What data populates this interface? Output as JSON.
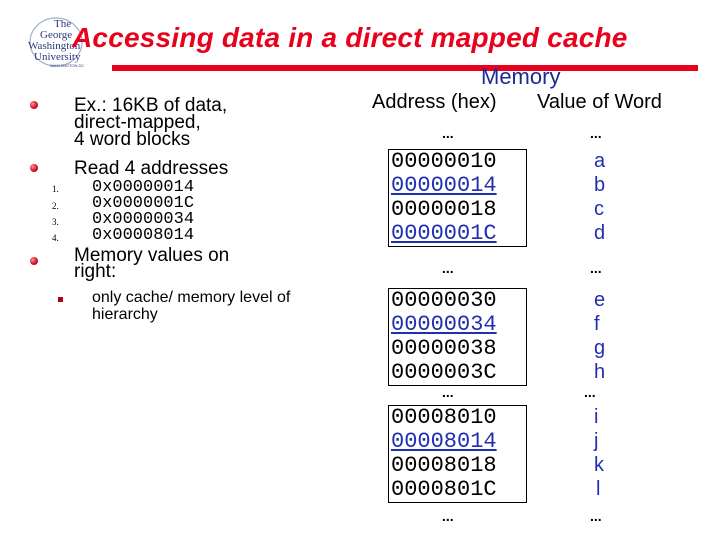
{
  "header": {
    "title": "Accessing data in a direct mapped cache",
    "logo_lines": [
      "The",
      "George",
      "Washington",
      "University",
      "WASHINGTON DC"
    ]
  },
  "memory": {
    "heading": "Memory",
    "col_address": "Address (hex)",
    "col_value": "Value of Word",
    "ellipsis": "...",
    "groups": [
      {
        "rows": [
          {
            "address": "00000010",
            "value": "a",
            "highlight": false
          },
          {
            "address": "00000014",
            "value": "b",
            "highlight": true
          },
          {
            "address": "00000018",
            "value": "c",
            "highlight": false
          },
          {
            "address": "0000001C",
            "value": "d",
            "highlight": true
          }
        ]
      },
      {
        "rows": [
          {
            "address": "00000030",
            "value": "e",
            "highlight": false
          },
          {
            "address": "00000034",
            "value": "f",
            "highlight": true
          },
          {
            "address": "00000038",
            "value": "g",
            "highlight": false
          },
          {
            "address": "0000003C",
            "value": "h",
            "highlight": false
          }
        ]
      },
      {
        "rows": [
          {
            "address": "00008010",
            "value": "i",
            "highlight": false
          },
          {
            "address": "00008014",
            "value": "j",
            "highlight": true
          },
          {
            "address": "00008018",
            "value": "k",
            "highlight": false
          },
          {
            "address": "0000801C",
            "value": "l",
            "highlight": false
          }
        ]
      }
    ]
  },
  "left": {
    "bullet1": [
      "Ex.: 16KB of data,",
      "direct-mapped,",
      "4 word blocks"
    ],
    "bullet2": "Read 4 addresses",
    "addresses": [
      {
        "num": "1.",
        "value": "0x00000014"
      },
      {
        "num": "2.",
        "value": "0x0000001C"
      },
      {
        "num": "3.",
        "value": "0x00000034"
      },
      {
        "num": "4.",
        "value": "0x00008014"
      }
    ],
    "bullet3": [
      "Memory values on",
      "right:"
    ],
    "subbullet": [
      "only cache/ memory level of",
      "hierarchy"
    ]
  }
}
